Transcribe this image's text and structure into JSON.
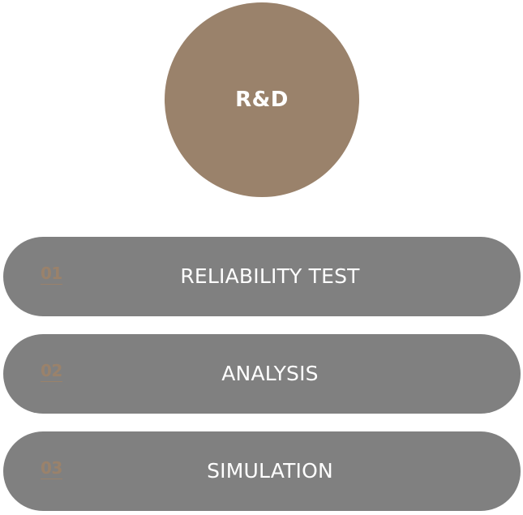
{
  "hub": {
    "label": "R&D"
  },
  "items": [
    {
      "number": "01",
      "title": "RELIABILITY TEST"
    },
    {
      "number": "02",
      "title": "ANALYSIS"
    },
    {
      "number": "03",
      "title": "SIMULATION"
    }
  ],
  "colors": {
    "accent": "#9a826b",
    "pill": "#808080",
    "text": "#ffffff"
  }
}
